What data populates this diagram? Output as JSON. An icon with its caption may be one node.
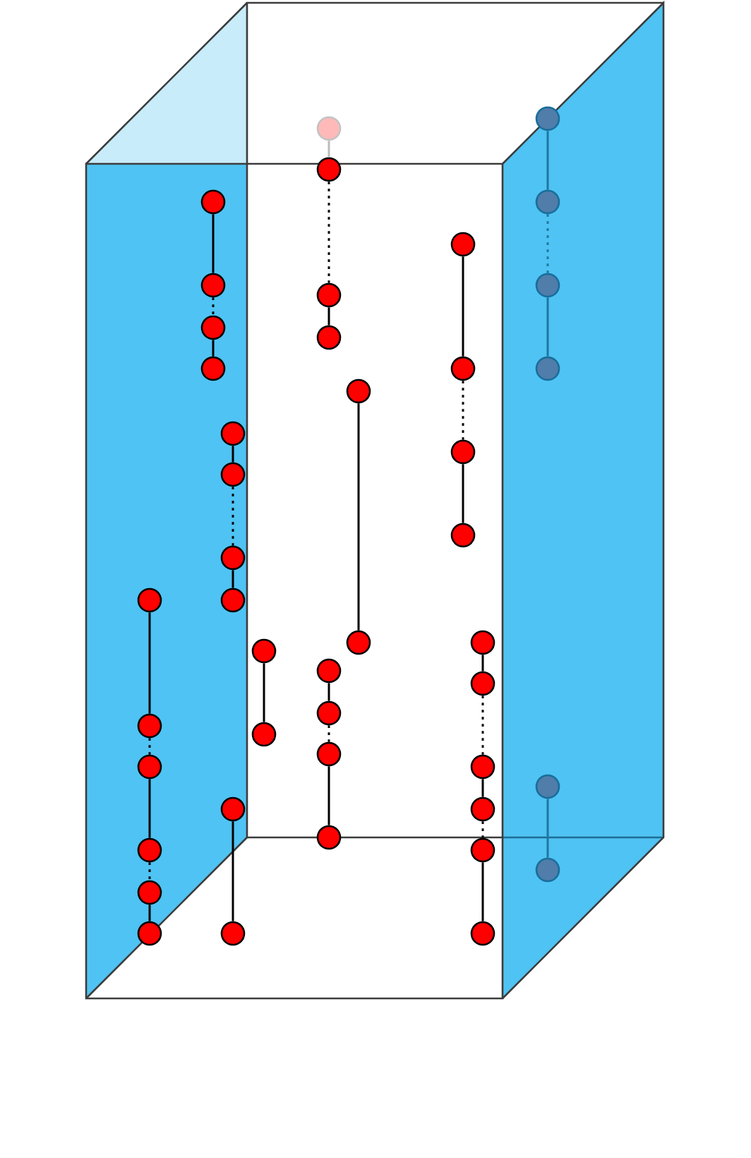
{
  "diagram": {
    "nodes": [
      {
        "text": [],
        "shape": "circle"
      },
      {
        "text": [],
        "shape": "circle"
      },
      {
        "text": [],
        "shape": "circle"
      },
      {
        "text": [],
        "shape": "circle"
      },
      {
        "text": [],
        "shape": "circle"
      },
      {
        "text": [],
        "shape": "circle"
      },
      {
        "text": [],
        "shape": "circle"
      },
      {
        "text": [],
        "shape": "circle"
      },
      {
        "text": [],
        "shape": "circle"
      },
      {
        "text": [],
        "shape": "circle"
      },
      {
        "text": [],
        "shape": "circle"
      },
      {
        "text": [],
        "shape": "circle"
      },
      {
        "text": [],
        "shape": "circle"
      },
      {
        "text": [],
        "shape": "circle"
      },
      {
        "text": [],
        "shape": "circle"
      },
      {
        "text": [],
        "shape": "circle"
      },
      {
        "text": [],
        "shape": "circle"
      },
      {
        "text": [],
        "shape": "circle"
      },
      {
        "text": [],
        "shape": "circle"
      },
      {
        "text": [],
        "shape": "circle"
      },
      {
        "text": [],
        "shape": "circle"
      },
      {
        "text": [],
        "shape": "circle"
      },
      {
        "text": [],
        "shape": "circle"
      },
      {
        "text": [],
        "shape": "circle"
      },
      {
        "text": [],
        "shape": "circle"
      },
      {
        "text": [],
        "shape": "circle"
      },
      {
        "text": [],
        "shape": "circle"
      },
      {
        "text": [],
        "shape": "circle"
      },
      {
        "text": [],
        "shape": "circle"
      },
      {
        "text": [],
        "shape": "circle"
      },
      {
        "text": [],
        "shape": "circle"
      },
      {
        "text": [],
        "shape": "circle"
      },
      {
        "text": [],
        "shape": "circle"
      },
      {
        "text": [],
        "shape": "circle"
      },
      {
        "text": [],
        "shape": "circle"
      },
      {
        "text": [],
        "shape": "circle"
      },
      {
        "text": [],
        "shape": "circle"
      },
      {
        "text": [],
        "shape": "circle"
      },
      {
        "text": [],
        "shape": "circle"
      },
      {
        "text": [],
        "shape": "circle"
      },
      {
        "text": [],
        "shape": "circle"
      },
      {
        "text": [],
        "shape": "circle"
      },
      {
        "text": [],
        "shape": "circle"
      },
      {
        "text": [],
        "shape": "circle"
      }
    ],
    "edges": [
      {
        "from": 0,
        "to": 1,
        "arrow": "none",
        "color": "#bbbbbb"
      },
      {
        "from": 1,
        "to": 2,
        "arrow": "none",
        "style": "dashed"
      },
      {
        "from": 2,
        "to": 3,
        "arrow": "none"
      },
      {
        "from": 4,
        "to": 5,
        "arrow": "none",
        "color": "#1f76a0"
      },
      {
        "from": 5,
        "to": 6,
        "arrow": "none",
        "style": "dashed",
        "color": "#1f76a0"
      },
      {
        "from": 6,
        "to": 7,
        "arrow": "none",
        "color": "#1f76a0"
      },
      {
        "from": 8,
        "to": 9,
        "arrow": "none"
      },
      {
        "from": 9,
        "to": 10,
        "arrow": "none",
        "style": "dashed"
      },
      {
        "from": 10,
        "to": 11,
        "arrow": "none"
      },
      {
        "from": 12,
        "to": 13,
        "arrow": "none"
      },
      {
        "from": 13,
        "to": 14,
        "arrow": "none",
        "style": "dashed"
      },
      {
        "from": 14,
        "to": 15,
        "arrow": "none"
      },
      {
        "from": 16,
        "to": 17,
        "arrow": "none"
      },
      {
        "from": 18,
        "to": 19,
        "arrow": "none"
      },
      {
        "from": 19,
        "to": 20,
        "arrow": "none",
        "style": "dashed"
      },
      {
        "from": 20,
        "to": 21,
        "arrow": "none"
      },
      {
        "from": 22,
        "to": 23,
        "arrow": "none"
      },
      {
        "from": 23,
        "to": 24,
        "arrow": "none",
        "style": "dashed"
      },
      {
        "from": 24,
        "to": 25,
        "arrow": "none"
      },
      {
        "from": 25,
        "to": 26,
        "arrow": "none",
        "style": "dashed"
      },
      {
        "from": 26,
        "to": 27,
        "arrow": "none"
      },
      {
        "from": 28,
        "to": 29,
        "arrow": "none"
      },
      {
        "from": 30,
        "to": 31,
        "arrow": "none"
      },
      {
        "from": 31,
        "to": 32,
        "arrow": "none",
        "style": "dashed"
      },
      {
        "from": 32,
        "to": 33,
        "arrow": "none"
      },
      {
        "from": 34,
        "to": 35,
        "arrow": "none"
      },
      {
        "from": 35,
        "to": 36,
        "arrow": "none",
        "style": "dashed"
      },
      {
        "from": 36,
        "to": 37,
        "arrow": "none"
      },
      {
        "from": 37,
        "to": 38,
        "arrow": "none",
        "style": "dashed"
      },
      {
        "from": 38,
        "to": 39,
        "arrow": "none"
      },
      {
        "from": 40,
        "to": 41,
        "arrow": "none"
      },
      {
        "from": 42,
        "to": 43,
        "arrow": "none",
        "color": "#1f76a0"
      }
    ]
  }
}
